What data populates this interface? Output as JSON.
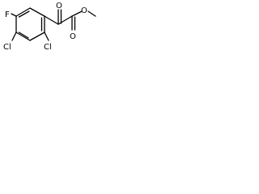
{
  "molecule": {
    "atoms": {
      "fluorine": "F",
      "chlorine_bottom_left": "Cl",
      "chlorine_bottom_right": "Cl",
      "oxygen_ketone": "O",
      "oxygen_ester_carbonyl": "O",
      "oxygen_ester": "O"
    }
  },
  "colors": {
    "background": "#ffffff",
    "line": "#000000",
    "text": "#000000"
  }
}
